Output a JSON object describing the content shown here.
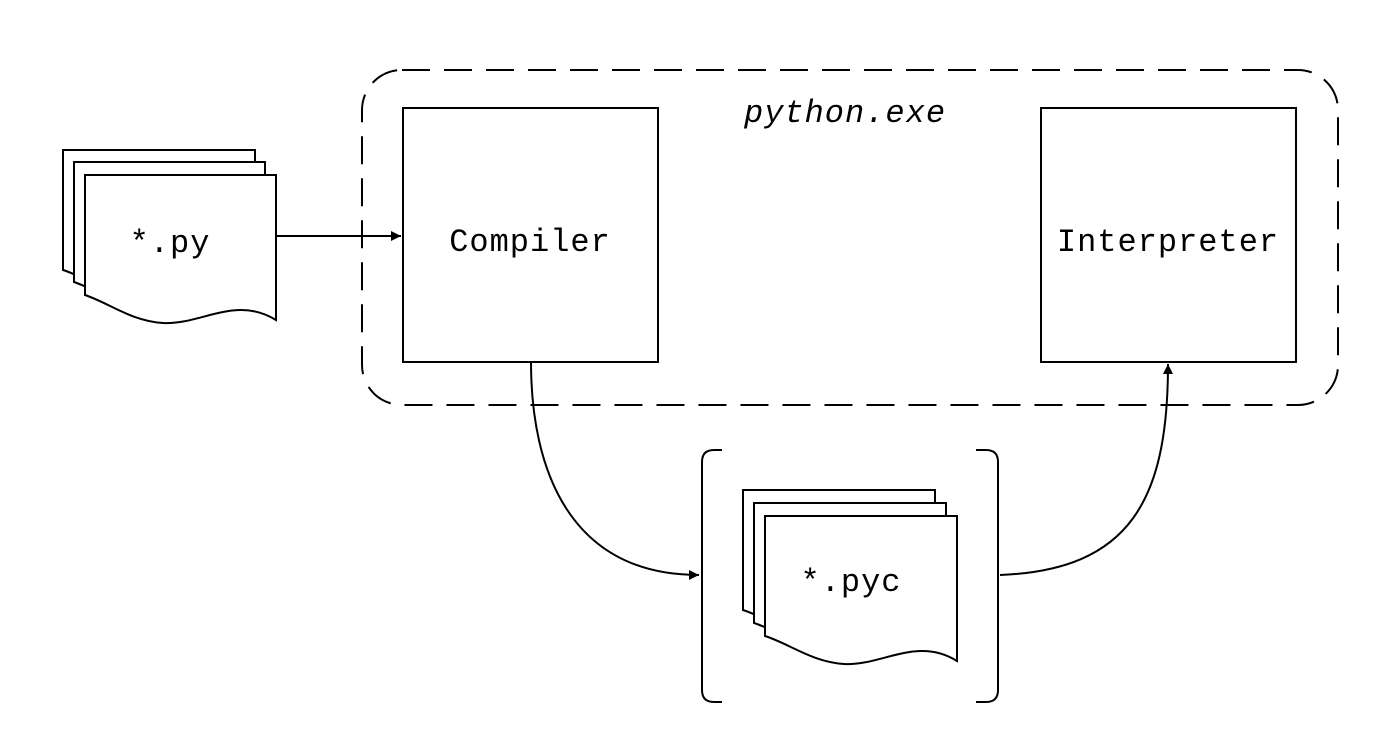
{
  "container": {
    "label": "python.exe"
  },
  "nodes": {
    "source_files": {
      "label": "*.py"
    },
    "compiler": {
      "label": "Compiler"
    },
    "interpreter": {
      "label": "Interpreter"
    },
    "bytecode_files": {
      "label": "*.pyc"
    }
  },
  "edges": [
    {
      "from": "source_files",
      "to": "compiler"
    },
    {
      "from": "compiler",
      "to": "bytecode_files"
    },
    {
      "from": "bytecode_files",
      "to": "interpreter"
    }
  ]
}
